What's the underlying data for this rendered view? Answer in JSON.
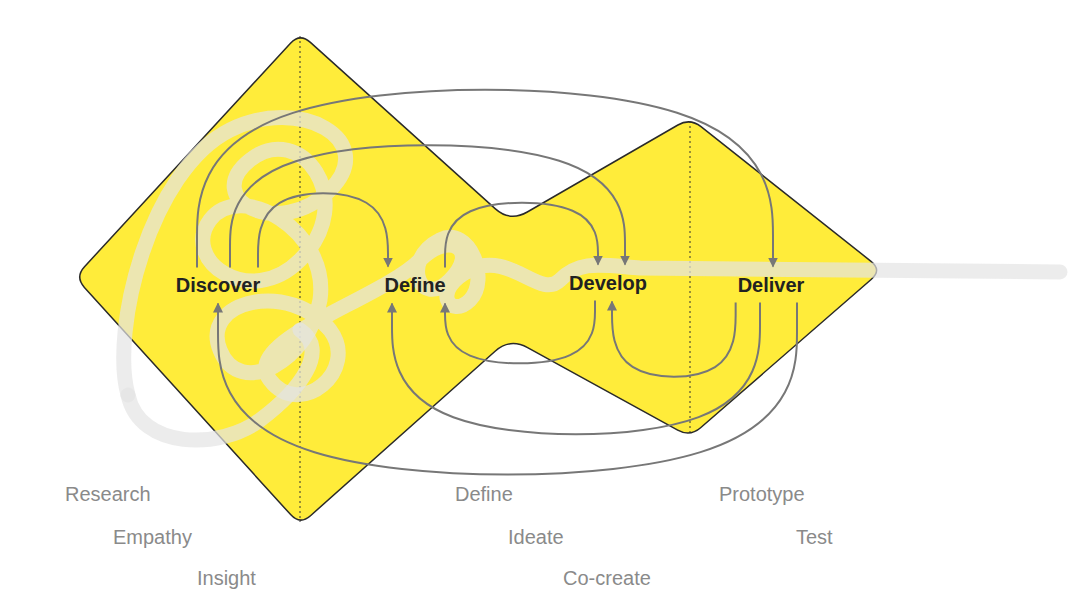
{
  "diagram": {
    "nodes": [
      {
        "text": [
          "Discover"
        ]
      },
      {
        "text": [
          "Define"
        ]
      },
      {
        "text": [
          "Develop"
        ]
      },
      {
        "text": [
          "Deliver"
        ]
      }
    ],
    "edges": [
      {
        "from": 0,
        "to": 1,
        "arrow": "to"
      },
      {
        "from": 0,
        "to": 2,
        "arrow": "to"
      },
      {
        "from": 0,
        "to": 3,
        "arrow": "to"
      },
      {
        "from": 1,
        "to": 2,
        "arrow": "to"
      },
      {
        "from": 2,
        "to": 1,
        "arrow": "to"
      },
      {
        "from": 3,
        "to": 2,
        "arrow": "to"
      },
      {
        "from": 3,
        "to": 1,
        "arrow": "to"
      },
      {
        "from": 3,
        "to": 0,
        "arrow": "to"
      }
    ],
    "labels": [
      "Research",
      "Empathy",
      "Insight",
      "Define",
      "Ideate",
      "Co-create",
      "Prototype",
      "Test"
    ]
  }
}
